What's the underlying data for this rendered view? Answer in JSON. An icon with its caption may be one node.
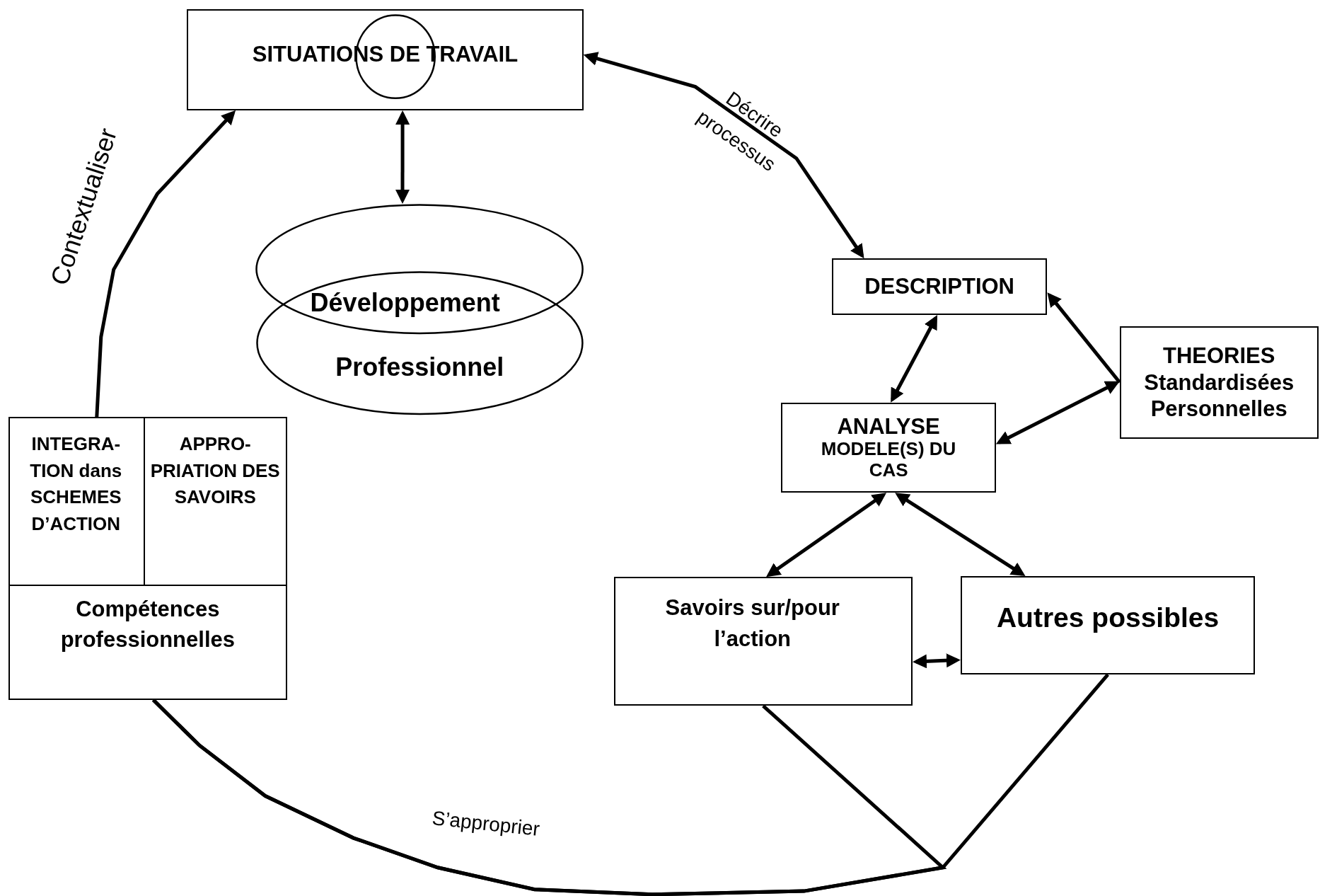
{
  "diagram": {
    "nodes": [
      {
        "text": [
          "SITUATIONS DE TRAVAIL"
        ]
      },
      {
        "text": [
          "Développement"
        ]
      },
      {
        "text": [
          "Professionnel"
        ]
      },
      {
        "text": [
          "DESCRIPTION"
        ]
      },
      {
        "text": [
          "THEORIES",
          "Standardisées",
          "Personnelles"
        ]
      },
      {
        "text": [
          "ANALYSE",
          "MODELE(S) DU CAS"
        ]
      },
      {
        "text": [
          "Savoirs sur/pour l’action"
        ]
      },
      {
        "text": [
          "Autres possibles"
        ]
      },
      {
        "text": [
          "Compétences professionnelles"
        ]
      },
      {
        "text": [
          "INTEGRA-TION dans SCHEMES D’ACTION"
        ],
        "in": 8
      },
      {
        "text": [
          "APPRO-PRIATION DES SAVOIRS"
        ],
        "in": 8
      }
    ],
    "edges": [
      {
        "from": 8,
        "to": 0,
        "arrow": "to",
        "label": "Contextualiser"
      },
      {
        "from": 0,
        "to": 3,
        "arrow": "both",
        "label": "Décrire processus"
      },
      {
        "from": 0,
        "to": 1,
        "arrow": "both"
      },
      {
        "from": 3,
        "to": 5,
        "arrow": "both"
      },
      {
        "from": 4,
        "to": 3,
        "arrow": "to"
      },
      {
        "from": 4,
        "to": 5,
        "arrow": "both"
      },
      {
        "from": 5,
        "to": 6,
        "arrow": "both"
      },
      {
        "from": 5,
        "to": 7,
        "arrow": "both"
      },
      {
        "from": 6,
        "to": 7,
        "arrow": "both"
      },
      {
        "from": 6,
        "to": 8,
        "arrow": "none",
        "label": "S’approprier"
      },
      {
        "from": 7,
        "to": 8,
        "arrow": "none"
      }
    ]
  }
}
